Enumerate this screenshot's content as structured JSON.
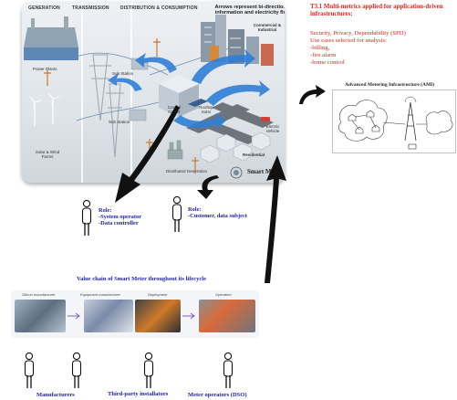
{
  "grid": {
    "col_generation": "GENERATION",
    "col_transmission": "TRANSMISSION",
    "col_distribution": "DISTRIBUTION & CONSUMPTION",
    "arrows_note": "Arrows represent bi-directional information and electricity flow",
    "commercial": "Commercial & Industrial",
    "power_plants": "Power Plants",
    "sub_station_1": "Sub Station",
    "sub_station_2": "Sub Station",
    "solar_wind": "Solar & Wind Farms",
    "control_center": "Control Center",
    "rooftop_solar": "Rooftop Solar",
    "electric_vehicle": "Electric Vehicle",
    "residential": "Residential",
    "distributed_generation": "Distributed Generation",
    "smart_meter": "Smart Meter"
  },
  "t31": {
    "title": "T3.1 Multi-metrics applied for application-driven infrastructures:",
    "spd": "Security, Privacy, Dependability (SPD)",
    "use_cases": "Use cases selected for analysis:",
    "case_billing": "-billing,",
    "case_fire": "-fire alarm",
    "case_home": "-home control"
  },
  "ami": {
    "title": "Advanced Metering Infrastructure (AMI)"
  },
  "roles": {
    "operator_role": "Role:",
    "operator_line1": "-System operator",
    "operator_line2": "-Data controller",
    "customer_role": "Role:",
    "customer_line1": "-Customer, data subject"
  },
  "value_chain": {
    "title": "Value chain of Smart Meter throughout its lifecycle",
    "stage1": "Silicon manufacturer",
    "stage2": "Equipment manufacturer",
    "stage3": "Deployment",
    "stage4": "Operation"
  },
  "actors": {
    "manufacturers": "Manufacturers",
    "installers": "Third-party installators",
    "operators": "Meter operators (DSO)"
  },
  "colors": {
    "red": "#e0251b",
    "navy": "#1b1fa8",
    "flow_blue": "#2f7fd6"
  }
}
